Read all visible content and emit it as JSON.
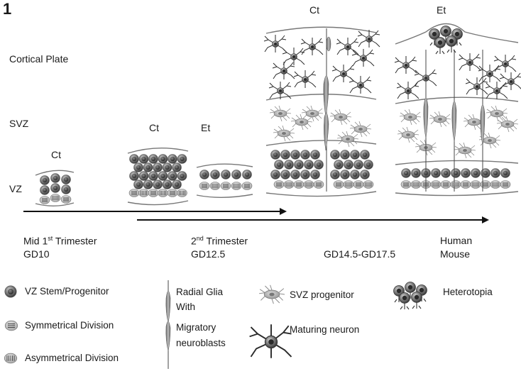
{
  "figure_number": "1",
  "layers": {
    "cortical_plate": "Cortical Plate",
    "svz": "SVZ",
    "vz": "VZ"
  },
  "stage_labels": {
    "ct1": "Ct",
    "ct2": "Ct",
    "et2": "Et",
    "ct3": "Ct",
    "et3": "Et"
  },
  "timeline": {
    "mid_prefix": "Mid 1",
    "mid_sup": "st",
    "mid_suffix": " Trimester",
    "gd10": "GD10",
    "second_num": "2",
    "second_sup": "nd",
    "second_suffix": " Trimester",
    "gd125": "GD12.5",
    "gd145": "GD14.5-GD17.5",
    "human": "Human",
    "mouse": "Mouse"
  },
  "legend": {
    "vz_stem": "VZ Stem/Progenitor",
    "symmetrical": "Symmetrical Division",
    "asymmetrical": "Asymmetrical Division",
    "radial_glia_1": "Radial Glia",
    "radial_glia_2": "With",
    "radial_glia_3": "Migratory",
    "radial_glia_4": "neuroblasts",
    "svz_progenitor": "SVZ progenitor",
    "maturing_neuron": "Maturing neuron",
    "heterotopia": "Heterotopia"
  }
}
